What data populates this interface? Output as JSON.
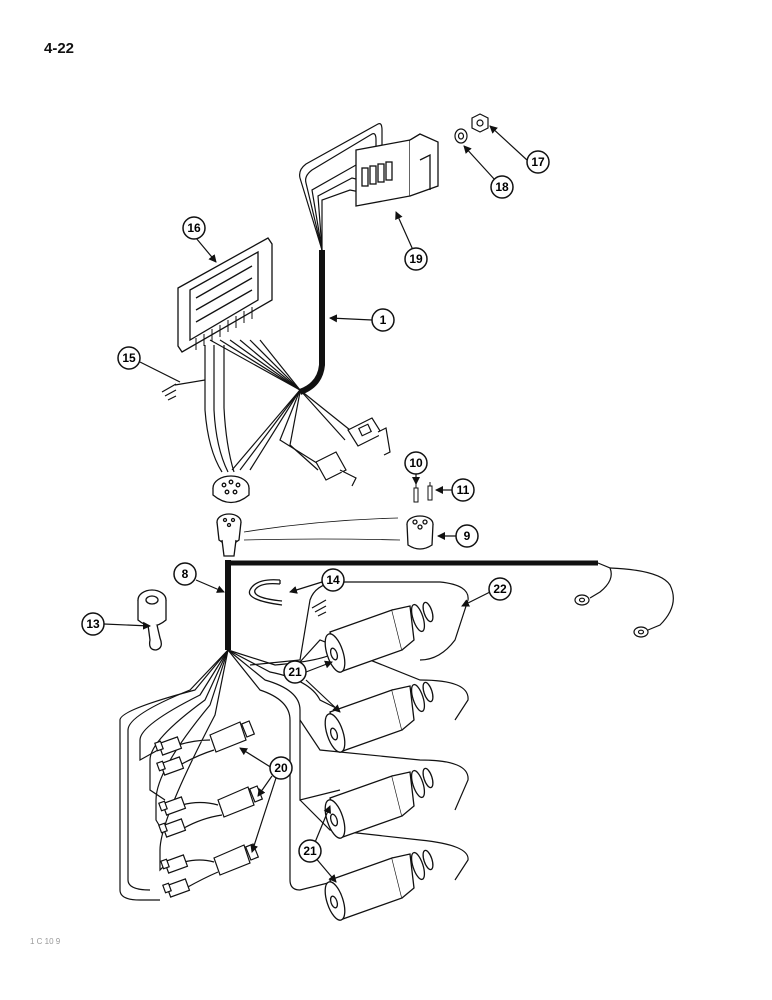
{
  "page": {
    "number": "4-22",
    "footer_code": "1 C 10 9"
  },
  "diagram": {
    "callouts": [
      {
        "id": "c1",
        "label": "1"
      },
      {
        "id": "c8",
        "label": "8"
      },
      {
        "id": "c9",
        "label": "9"
      },
      {
        "id": "c10",
        "label": "10"
      },
      {
        "id": "c11",
        "label": "11"
      },
      {
        "id": "c13",
        "label": "13"
      },
      {
        "id": "c14",
        "label": "14"
      },
      {
        "id": "c15",
        "label": "15"
      },
      {
        "id": "c16",
        "label": "16"
      },
      {
        "id": "c17",
        "label": "17"
      },
      {
        "id": "c18",
        "label": "18"
      },
      {
        "id": "c19",
        "label": "19"
      },
      {
        "id": "c20",
        "label": "20"
      },
      {
        "id": "c21a",
        "label": "21"
      },
      {
        "id": "c21b",
        "label": "21"
      },
      {
        "id": "c22",
        "label": "22"
      }
    ]
  }
}
